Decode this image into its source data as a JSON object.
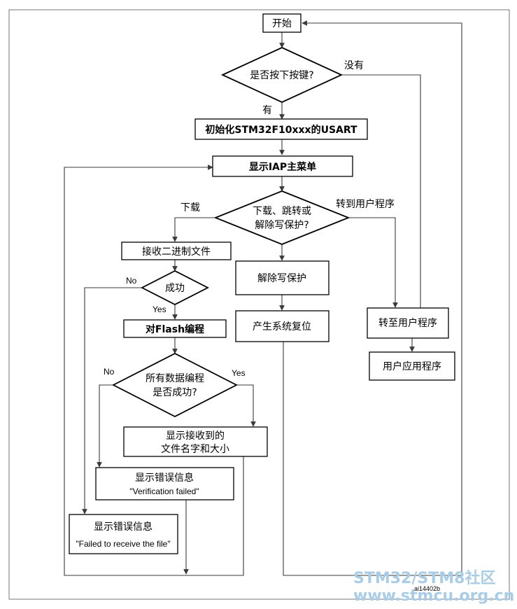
{
  "nodes": {
    "start": "开始",
    "key_pressed": "是否按下按键?",
    "init_usart": "初始化STM32F10xxx的USART",
    "show_menu": "显示IAP主菜单",
    "choice_line1": "下载、跳转或",
    "choice_line2": "解除写保护?",
    "receive_file": "接收二进制文件",
    "success": "成功",
    "program_flash": "对Flash编程",
    "all_ok_line1": "所有数据编程",
    "all_ok_line2": "是否成功?",
    "show_file_line1": "显示接收到的",
    "show_file_line2": "文件名字和大小",
    "err_verify_line1": "显示错误信息",
    "err_verify_line2": "\"Verification failed\"",
    "err_receive_line1": "显示错误信息",
    "err_receive_line2": "\"Failed to receive the file\"",
    "unprotect": "解除写保护",
    "reset": "产生系统复位",
    "goto_user": "转至用户程序",
    "user_app": "用户应用程序"
  },
  "edge_labels": {
    "no_key": "没有",
    "yes_key": "有",
    "download": "下载",
    "jump": "转到用户程序",
    "no1": "No",
    "yes1": "Yes",
    "no2": "No",
    "yes2": "Yes"
  },
  "figure_id": "ai14402b",
  "watermark": {
    "line1": "STM32/STM8社区",
    "line2": "www.stmcu.org.cn"
  }
}
